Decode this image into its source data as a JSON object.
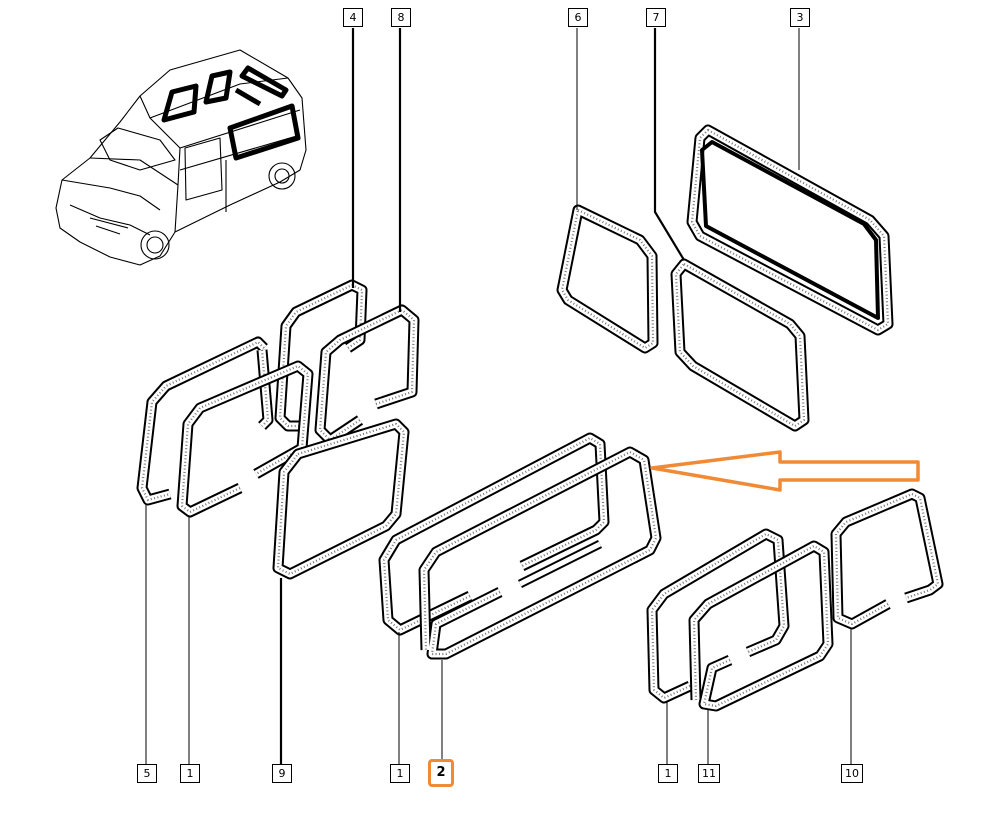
{
  "callouts": {
    "top": [
      "4",
      "8",
      "6",
      "7",
      "3"
    ],
    "bottom": [
      "5",
      "1",
      "9",
      "1",
      "2",
      "1",
      "11",
      "10"
    ]
  },
  "highlight": {
    "part": "2",
    "color": "#f08a35"
  },
  "icons": {
    "vehicle": "van-outline-icon",
    "pointer": "arrow-left-icon"
  }
}
